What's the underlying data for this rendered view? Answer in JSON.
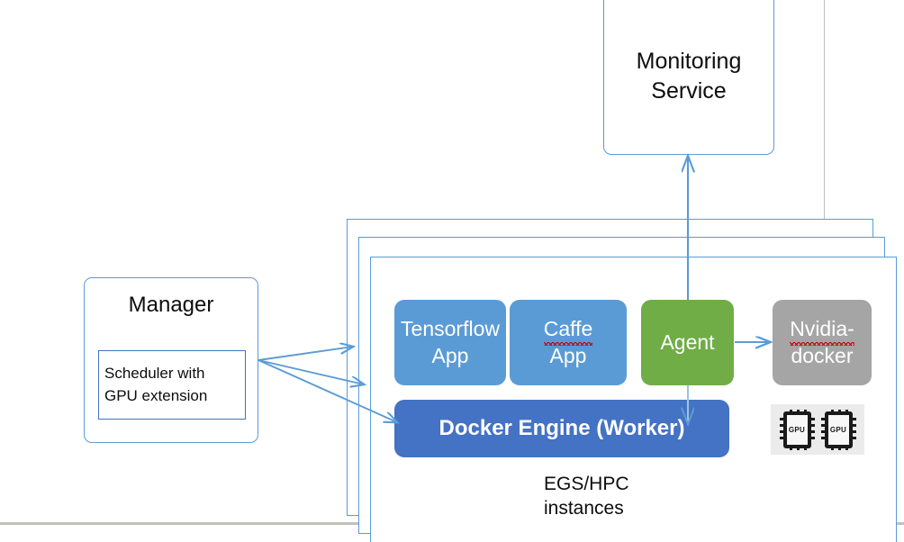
{
  "diagram": {
    "title_present": false,
    "palette": {
      "light_blue": "#5B9BD5",
      "dark_blue": "#4472C4",
      "green": "#70AD47",
      "gray": "#A5A5A5",
      "chip_bg": "#EBEBEB",
      "arrow_blue": "#5B9BD5",
      "guide_gray": "#BFBFBF",
      "spellcheck_red": "#C00000",
      "text_dark": "#0D0D0D",
      "text_light": "#FFFFFF"
    },
    "monitoring": {
      "label_line1": "Monitoring",
      "label_line2": "Service"
    },
    "manager": {
      "title": "Manager",
      "scheduler_line1": "Scheduler with",
      "scheduler_line2": "GPU extension"
    },
    "instances": {
      "caption_line1": "EGS/HPC",
      "caption_line2": "instances",
      "stack_count": 3
    },
    "blocks": {
      "tensorflow": "Tensorflow App",
      "caffe_line1": "Caffe",
      "caffe_line2": "App",
      "agent": "Agent",
      "nvidia_line1": "Nvidia-",
      "nvidia_line2": "docker",
      "docker_engine": "Docker Engine (Worker)"
    },
    "gpus": [
      {
        "label": "GPU"
      },
      {
        "label": "GPU"
      }
    ],
    "arrows": [
      {
        "name": "manager-to-instance-back",
        "from": "Manager",
        "to": "Instance panel (back)"
      },
      {
        "name": "manager-to-instance-mid",
        "from": "Manager",
        "to": "Instance panel (middle)"
      },
      {
        "name": "manager-to-docker-engine",
        "from": "Manager",
        "to": "Docker Engine (Worker)"
      },
      {
        "name": "agent-to-nvidia-docker",
        "from": "Agent",
        "to": "Nvidia-docker"
      },
      {
        "name": "agent-to-docker-engine",
        "from": "Agent",
        "to": "Docker Engine (Worker)"
      },
      {
        "name": "agent-to-monitoring",
        "from": "Agent",
        "to": "Monitoring Service"
      }
    ]
  }
}
